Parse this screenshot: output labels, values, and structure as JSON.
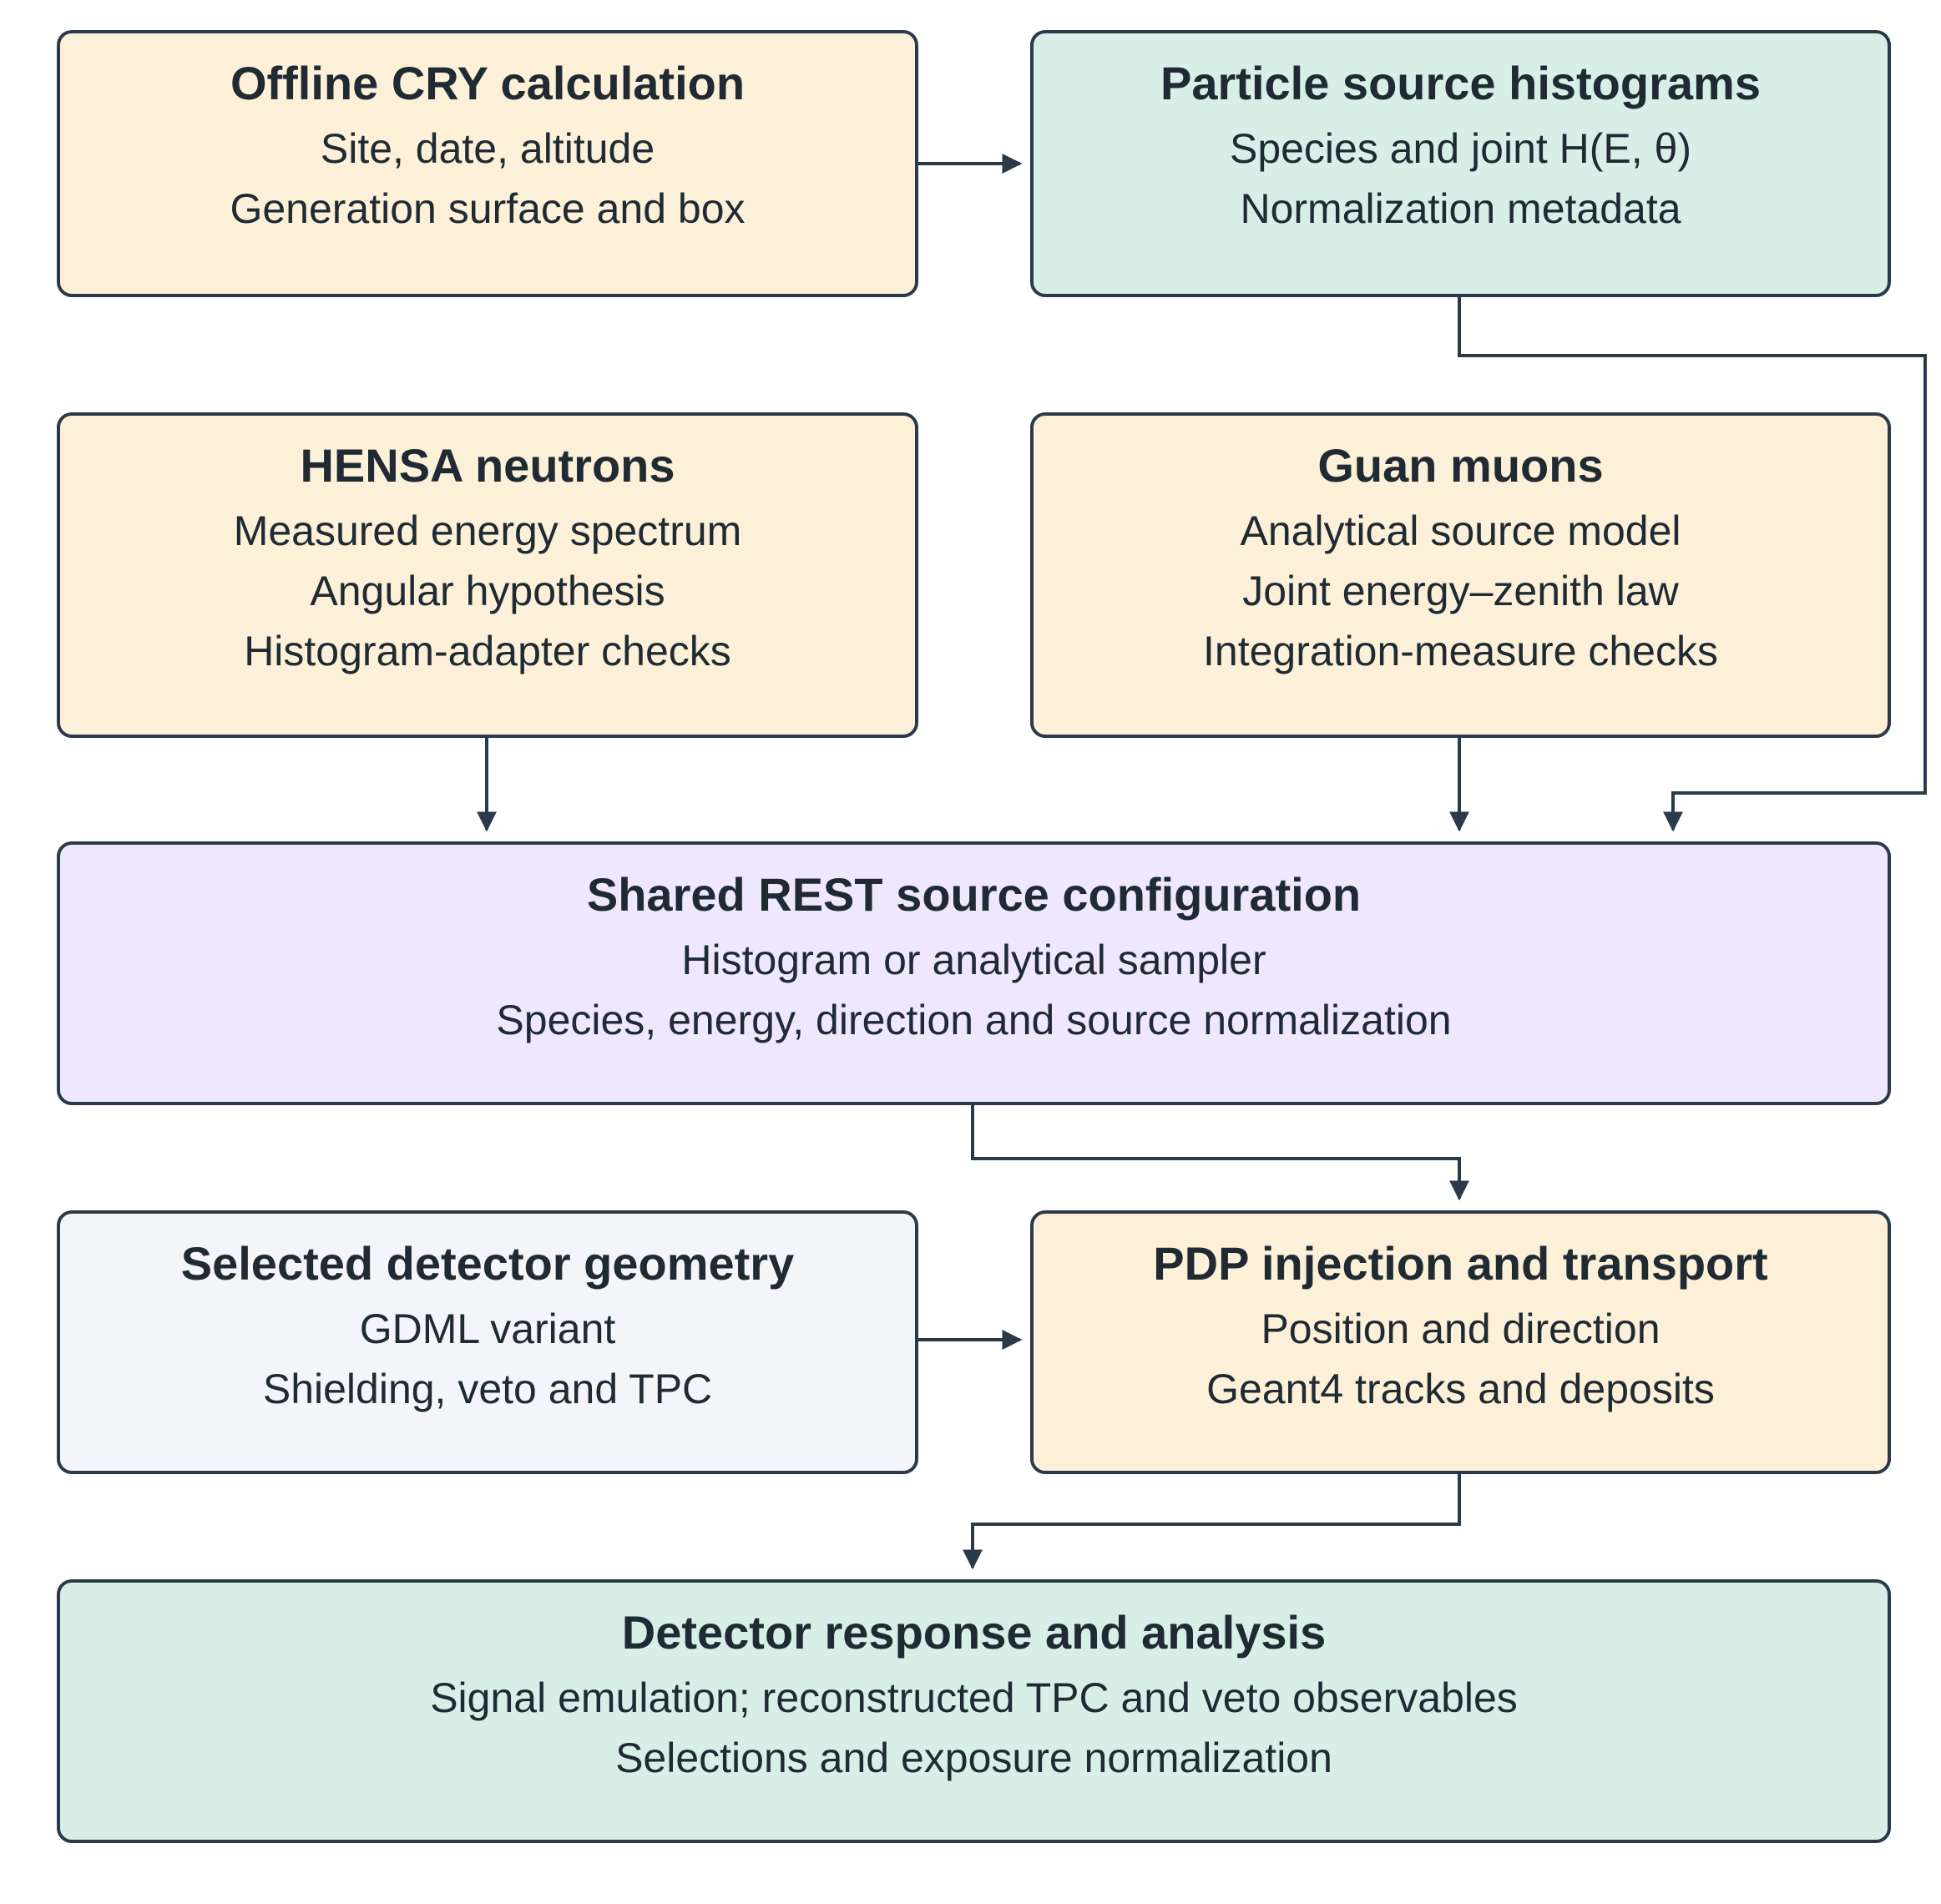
{
  "palette": {
    "yellow": "#fdf0d8",
    "green": "#d7efe7",
    "purple": "#efe8fd",
    "gray": "#f3f5f8",
    "stroke": "#2a3a4a"
  },
  "boxes": {
    "cry": {
      "title": "Offline CRY calculation",
      "lines": [
        "Site, date, altitude",
        "Generation surface and box"
      ]
    },
    "hist": {
      "title": "Particle source histograms",
      "lines": [
        "Species and joint H(E, θ)",
        "Normalization metadata"
      ]
    },
    "hensa": {
      "title": "HENSA neutrons",
      "lines": [
        "Measured energy spectrum",
        "Angular hypothesis",
        "Histogram-adapter checks"
      ]
    },
    "guan": {
      "title": "Guan muons",
      "lines": [
        "Analytical source model",
        "Joint energy–zenith law",
        "Integration-measure checks"
      ]
    },
    "rest": {
      "title": "Shared REST source configuration",
      "lines": [
        "Histogram or analytical sampler",
        "Species, energy, direction and source normalization"
      ]
    },
    "geometry": {
      "title": "Selected detector geometry",
      "lines": [
        "GDML variant",
        "Shielding, veto and TPC"
      ]
    },
    "pdp": {
      "title": "PDP injection and transport",
      "lines": [
        "Position and direction",
        "Geant4 tracks and deposits"
      ]
    },
    "response": {
      "title": "Detector response and analysis",
      "lines": [
        "Signal emulation; reconstructed TPC and veto observables",
        "Selections and exposure normalization"
      ]
    }
  }
}
